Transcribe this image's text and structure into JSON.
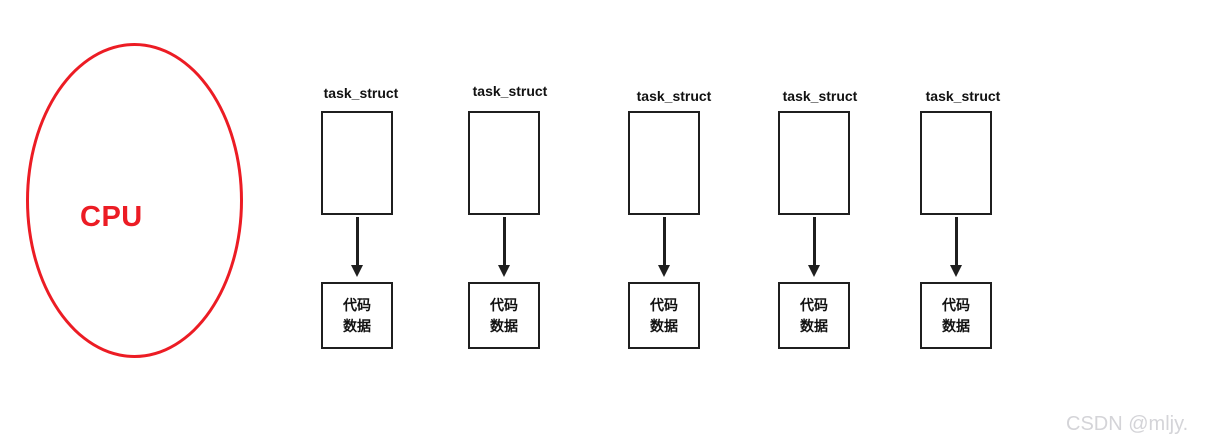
{
  "diagram": {
    "cpu": {
      "label": "CPU"
    },
    "processes": [
      {
        "label": "task_struct",
        "memory": {
          "lines": [
            "代码",
            "数据"
          ]
        }
      },
      {
        "label": "task_struct",
        "memory": {
          "lines": [
            "代码",
            "数据"
          ]
        }
      },
      {
        "label": "task_struct",
        "memory": {
          "lines": [
            "代码",
            "数据"
          ]
        }
      },
      {
        "label": "task_struct",
        "memory": {
          "lines": [
            "代码",
            "数据"
          ]
        }
      },
      {
        "label": "task_struct",
        "memory": {
          "lines": [
            "代码",
            "数据"
          ]
        }
      }
    ],
    "colors": {
      "cpu_red": "#ec1c24",
      "line_black": "#1f1f1f",
      "watermark_gray": "#d4d4d8"
    }
  },
  "watermark": {
    "text": "CSDN @mljy."
  }
}
